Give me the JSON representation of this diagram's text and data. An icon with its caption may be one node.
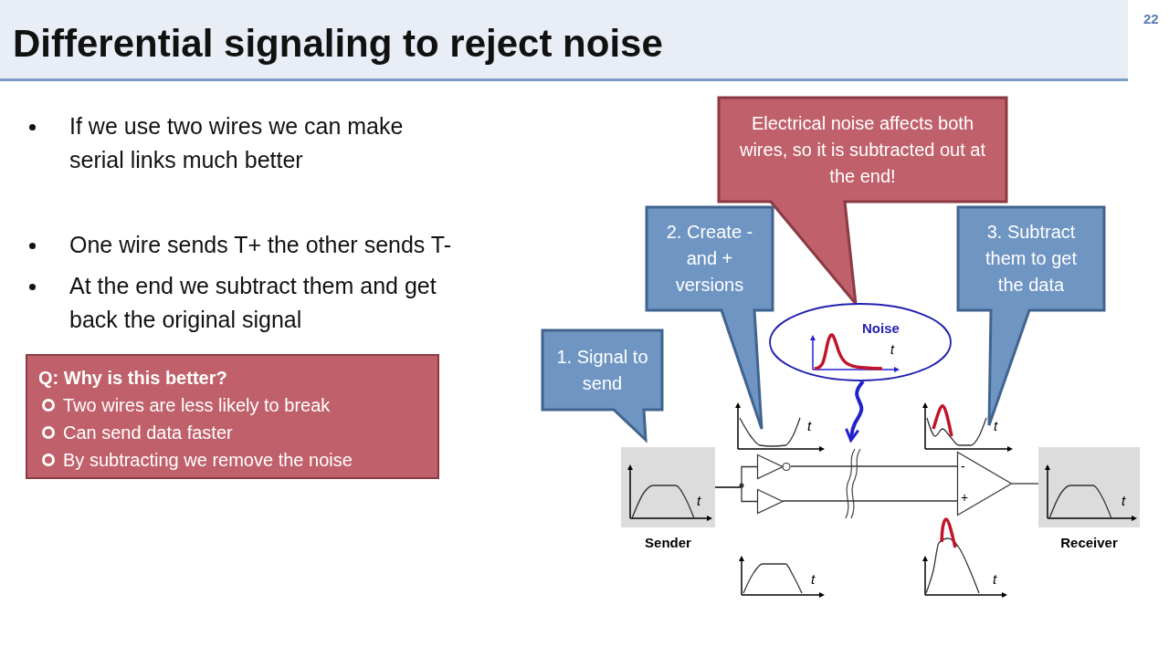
{
  "diagram": {
    "title": "Differential signaling to reject noise",
    "nodes": [
      {
        "text": [
          "Q: Why is this better?",
          "Two wires are less likely to break",
          "Can send data faster",
          "By subtracting we remove the noise"
        ]
      },
      {
        "text": [
          "1. Signal to send"
        ]
      },
      {
        "text": [
          "2. Create - and + versions"
        ]
      },
      {
        "text": [
          "Electrical noise affects both wires, so it is subtracted out at the end!"
        ]
      },
      {
        "text": [
          "3. Subtract them to get the data"
        ]
      },
      {
        "text": [
          "Noise",
          "t"
        ]
      },
      {
        "text": [
          "t"
        ],
        "beside": [
          "Sender"
        ]
      },
      {
        "text": [],
        "shape": "triangle"
      },
      {
        "text": [],
        "shape": "triangle"
      },
      {
        "text": [
          "-",
          "+"
        ]
      },
      {
        "text": [
          "t"
        ],
        "beside": [
          "Receiver"
        ]
      }
    ],
    "edges": [
      {
        "from": 6,
        "to": 7,
        "arrow": "none"
      },
      {
        "from": 6,
        "to": 8,
        "arrow": "none"
      },
      {
        "from": 7,
        "to": 9,
        "arrow": "none"
      },
      {
        "from": 8,
        "to": 9,
        "arrow": "none"
      },
      {
        "from": 9,
        "to": 10,
        "arrow": "none"
      },
      {
        "from": 5,
        "to": null,
        "arrow": "to",
        "color": "#2222cc",
        "style": "thick"
      }
    ],
    "labels": [
      "22",
      "If we use two wires we can make serial links much better",
      "One wire sends T+ the other sends T-",
      "At the end we subtract them and get back the original signal",
      "t",
      "t",
      "t",
      "t"
    ]
  }
}
